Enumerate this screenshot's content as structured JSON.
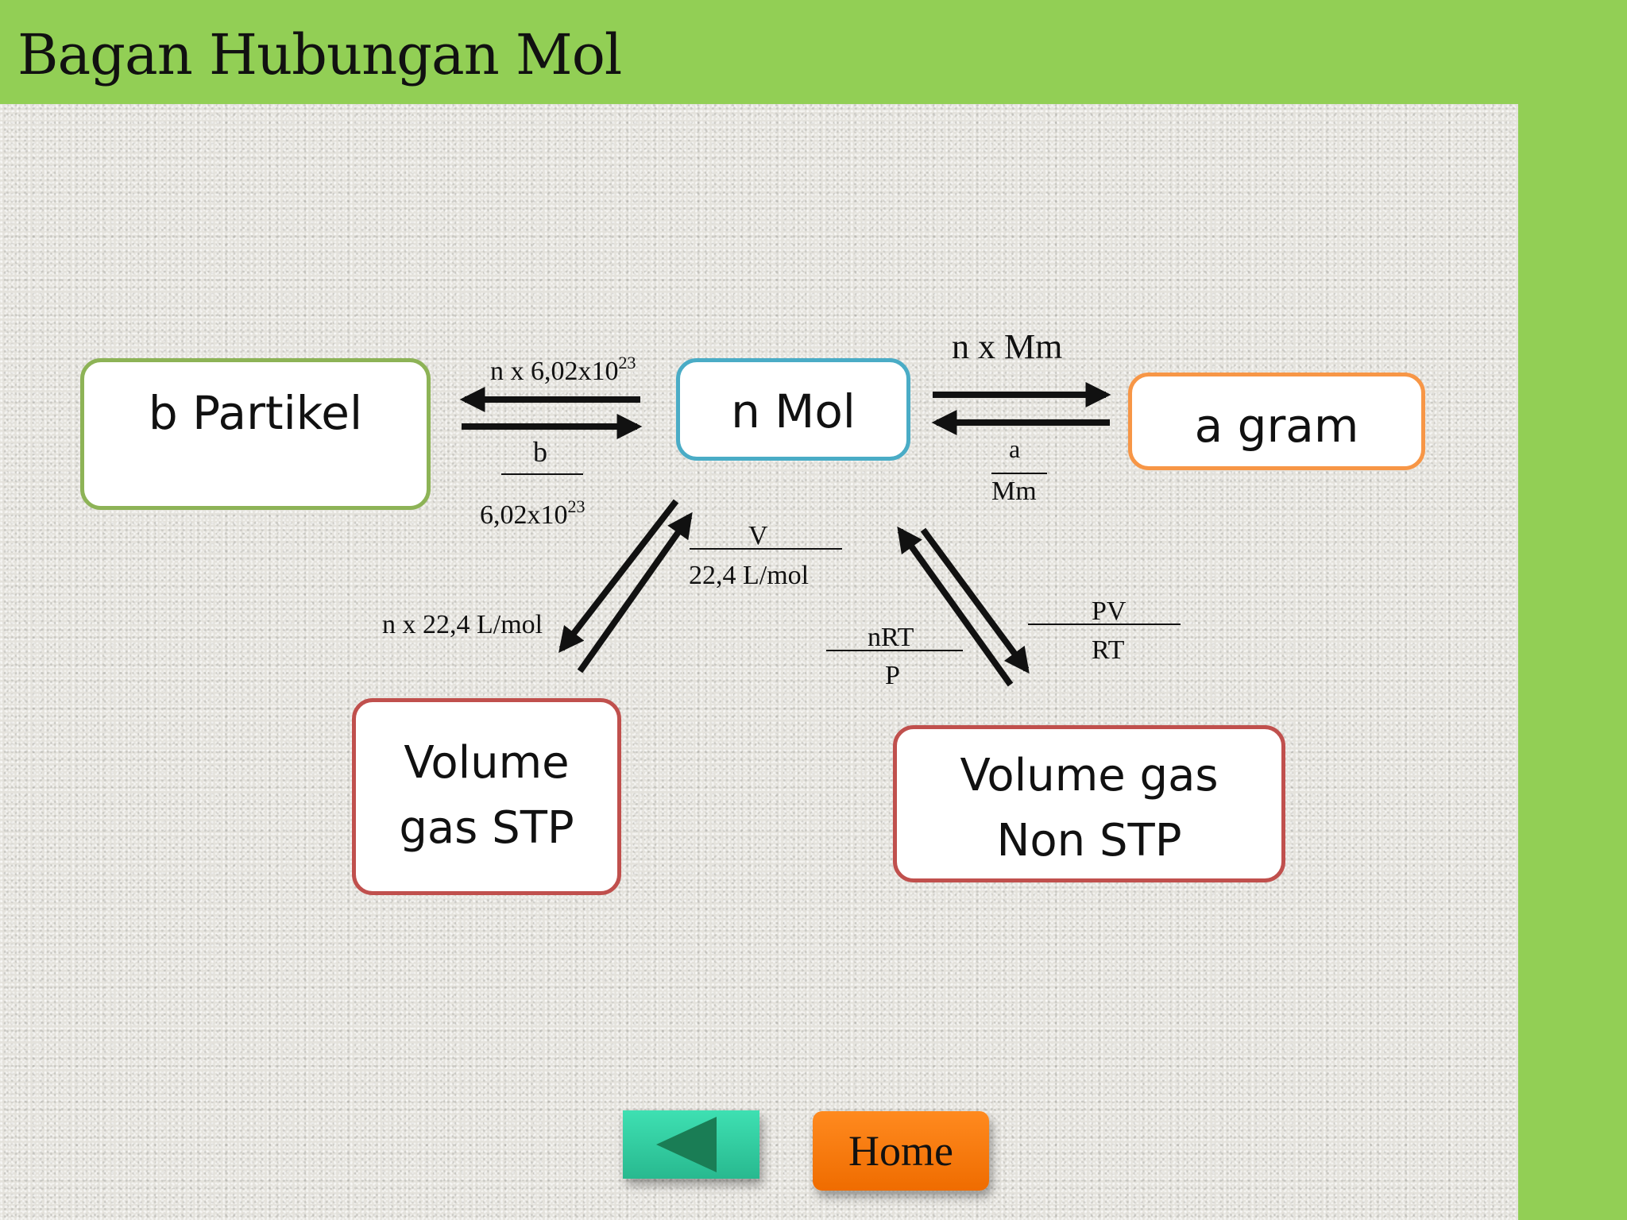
{
  "title": "Bagan Hubungan Mol",
  "nodes": {
    "partikel": "b Partikel",
    "mol": "n Mol",
    "gram": "a gram",
    "stp": [
      "Volume",
      "gas STP"
    ],
    "nonstp": [
      "Volume gas",
      "Non STP"
    ]
  },
  "edges": {
    "mol_to_partikel": {
      "text": "n x 6,02x10",
      "sup": "23"
    },
    "partikel_to_mol": {
      "numerator": "b",
      "denominator": "6,02x10",
      "sup": "23"
    },
    "mol_to_gram": "n x Mm",
    "gram_to_mol": {
      "numerator": "a",
      "denominator": "Mm"
    },
    "mol_to_stp": "n x 22,4 L/mol",
    "stp_to_mol": {
      "numerator": "V",
      "denominator": "22,4 L/mol"
    },
    "mol_to_nonstp": {
      "numerator": "nRT",
      "denominator": "P"
    },
    "nonstp_to_mol": {
      "numerator": "PV",
      "denominator": "RT"
    }
  },
  "nav": {
    "home_label": "Home",
    "back_icon": "back-arrow-icon"
  },
  "colors": {
    "green": "#92cf55",
    "blue": "#4aacc6",
    "orange": "#f79646",
    "red": "#c0504d"
  }
}
